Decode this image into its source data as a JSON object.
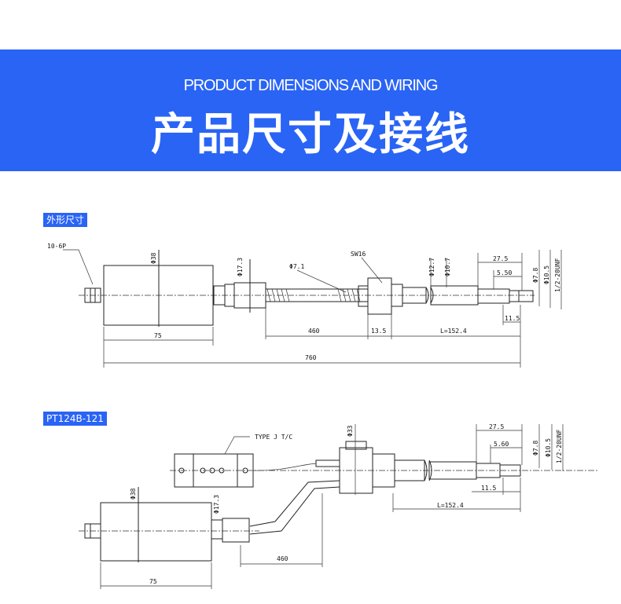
{
  "header": {
    "subtitle": "PRODUCT DIMENSIONS AND WIRING",
    "title": "产品尺寸及接线"
  },
  "sections": [
    {
      "label": "外形尺寸",
      "dims": {
        "connector": "10-6P",
        "body_dia": "Φ38",
        "neck_dia": "Φ17.3",
        "cable_dia": "Φ7.1",
        "wrench": "SW16",
        "fit_dia_a": "Φ12.7",
        "fit_dia_b": "Φ10.7",
        "len_27": "27.5",
        "len_550": "5.50",
        "tip_dia_a": "Φ7.8",
        "tip_dia_b": "Φ10.5",
        "thread": "1/2-20UNF",
        "len_115": "11.5",
        "len_135": "13.5",
        "stem": "L=152.4",
        "cable_len": "460",
        "body_len": "75",
        "total_len": "760"
      }
    },
    {
      "label": "PT124B-121",
      "dims": {
        "thermo": "TYPE J T/C",
        "head_dia": "Φ33",
        "len_27": "27.5",
        "len_550": "5.60",
        "tip_dia_a": "Φ7.8",
        "tip_dia_b": "Φ10.5",
        "thread": "1/2-20UNF",
        "len_115": "11.5",
        "stem": "L=152.4",
        "body_dia": "Φ38",
        "neck_dia": "Φ17.3",
        "cable_len": "460",
        "body_len": "75"
      }
    }
  ],
  "colors": {
    "accent": "#2a64f5",
    "line": "#222222"
  }
}
